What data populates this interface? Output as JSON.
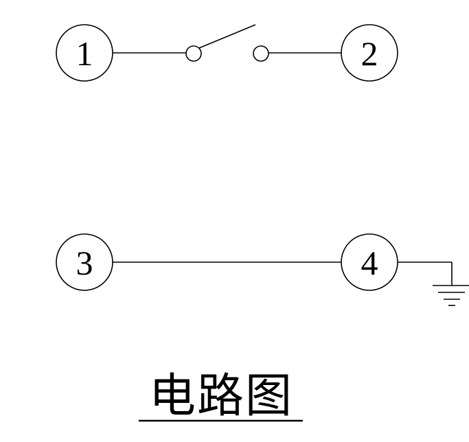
{
  "terminals": {
    "t1": "1",
    "t2": "2",
    "t3": "3",
    "t4": "4"
  },
  "caption": "电路图",
  "colors": {
    "ink": "#000000",
    "background": "#ffffff"
  },
  "symbols": {
    "switch": "switch-icon",
    "ground": "ground-icon"
  }
}
